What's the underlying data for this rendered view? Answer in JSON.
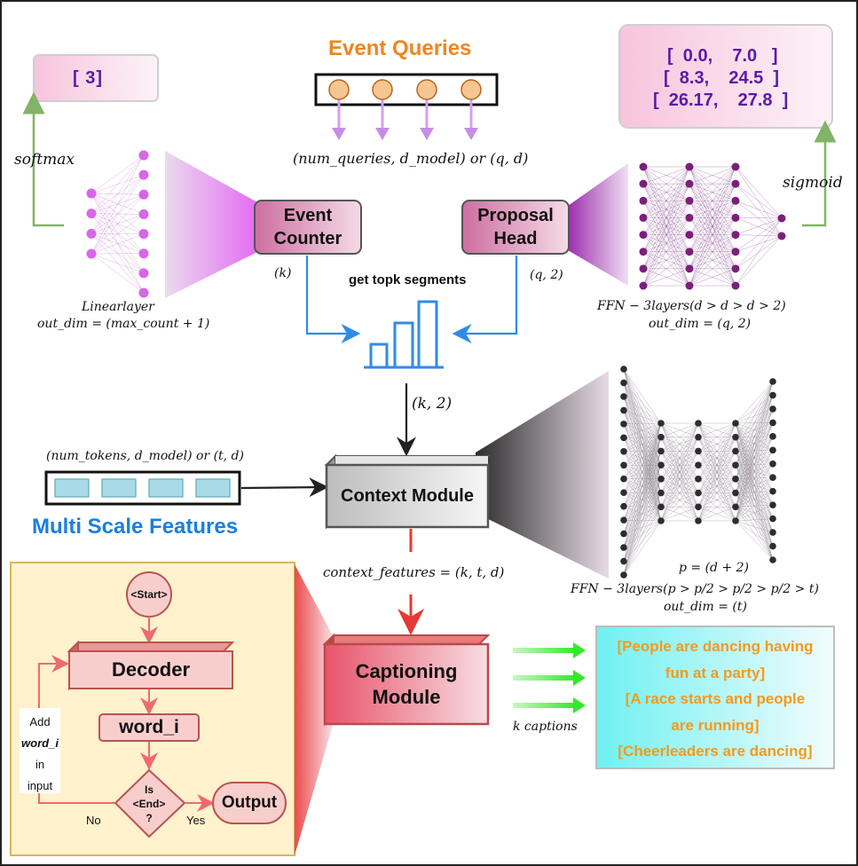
{
  "title": "Event Queries",
  "count_output": "[ 3]",
  "proposal_output": [
    "[  0.0,    7.0   ]",
    "[  8.3,    24.5  ]",
    "[  26.17,    27.8  ]"
  ],
  "labels": {
    "softmax": "softmax",
    "sigmoid": "sigmoid",
    "queries_shape": "(num_queries, d_model) or (q, d)",
    "event_counter_line1": "Event",
    "event_counter_line2": "Counter",
    "proposal_head_line1": "Proposal",
    "proposal_head_line2": "Head",
    "k": "(k)",
    "q2": "(q, 2)",
    "topk": "get topk segments",
    "linear_layer_line1": "Linearlayer",
    "linear_layer_line2": "out_dim = (max_count + 1)",
    "ffn1_line1": "FFN − 3layers(d > d > d > 2)",
    "ffn1_line2": "out_dim = (q, 2)",
    "k2": "(k, 2)",
    "tokens_shape": "(num_tokens, d_model) or (t, d)",
    "multi_scale": "Multi Scale Features",
    "context_module": "Context Module",
    "context_features": "context_features = (k, t, d)",
    "ffn2_p": "p = (d + 2)",
    "ffn2_line1": "FFN − 3layers(p > p/2 > p/2 > p/2 > t)",
    "ffn2_line2": "out_dim = (t)",
    "captioning_line1": "Captioning",
    "captioning_line2": "Module",
    "k_captions": "k captions"
  },
  "flowchart": {
    "start": "<Start>",
    "decoder": "Decoder",
    "word_i": "word_i",
    "is_end_line1": "Is",
    "is_end_line2": "<End>",
    "is_end_line3": "?",
    "output": "Output",
    "yes": "Yes",
    "no": "No",
    "add_line1": "Add",
    "add_line2": "word_i",
    "add_line3": "in",
    "add_line4": "input"
  },
  "captions": [
    "[People are dancing having",
    "fun at a party]",
    "[A race starts and people",
    "are running]",
    "[Cheerleaders are dancing]"
  ],
  "colors": {
    "title_orange": "#f0851f",
    "blue_text": "#1a7fe0",
    "pink_box": "#e4a7bf",
    "magenta": "#d766e8",
    "purple_nodes": "#7a1f7a",
    "dark_nodes": "#2d2d2d",
    "green_arrow": "#82b366",
    "blue_arrow": "#2f8be8",
    "red_arrow": "#e53935",
    "caption_orange": "#f39a1e",
    "flowchart_bg": "#fff2cc"
  }
}
